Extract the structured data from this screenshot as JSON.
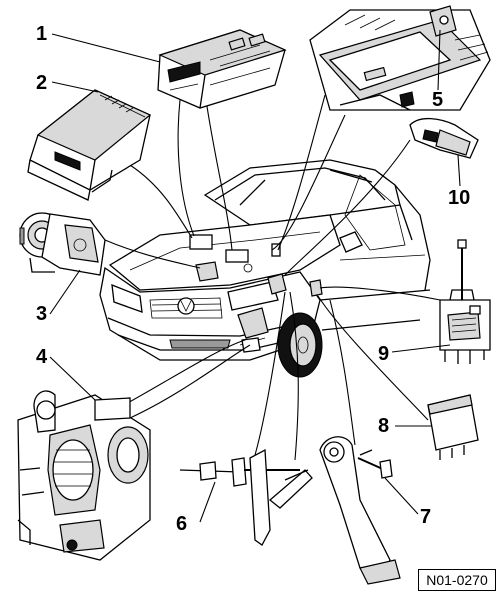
{
  "callouts": {
    "c1": "1",
    "c2": "2",
    "c3": "3",
    "c4": "4",
    "c5": "5",
    "c6": "6",
    "c7": "7",
    "c8": "8",
    "c9": "9",
    "c10": "10"
  },
  "reference_code": "N01-0270"
}
